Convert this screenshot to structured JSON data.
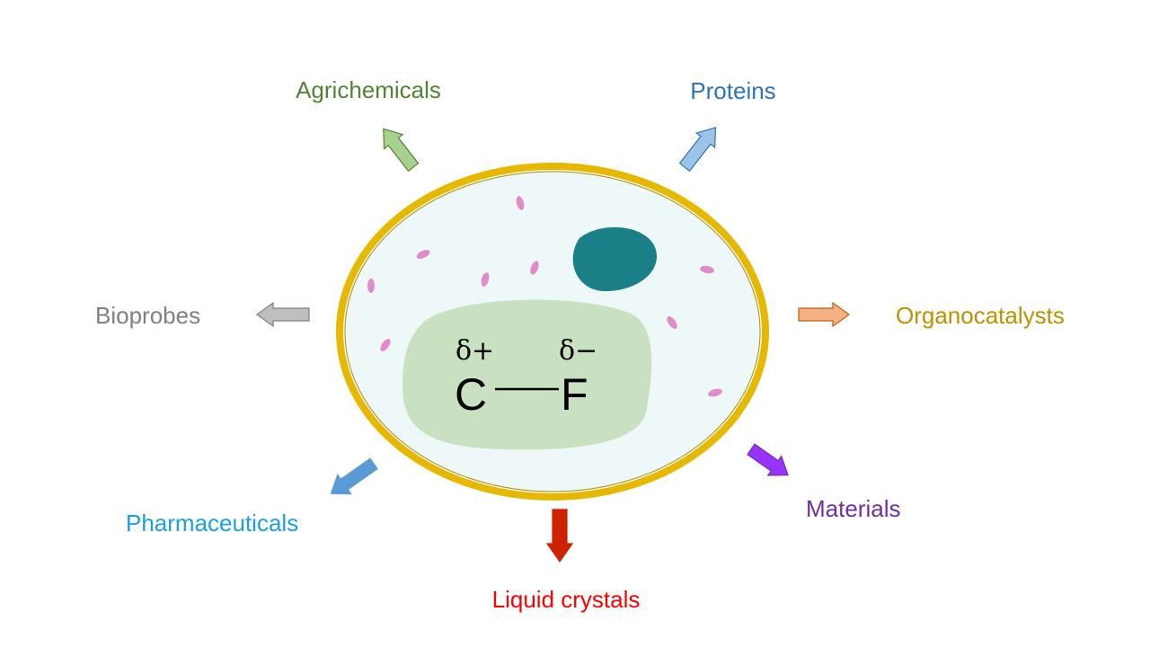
{
  "applications": [
    {
      "label": "Agrichemicals",
      "color": "#548235",
      "arrow_fill": "#a9d18e",
      "arrow_stroke": "#548235"
    },
    {
      "label": "Proteins",
      "color": "#2e75b6",
      "arrow_fill": "#9dc3e6",
      "arrow_stroke": "#2e75b6"
    },
    {
      "label": "Bioprobes",
      "color": "#7f7f7f",
      "arrow_fill": "#bfbfbf",
      "arrow_stroke": "#7f7f7f"
    },
    {
      "label": "Organocatalysts",
      "color": "#bf9000",
      "arrow_fill": "#f4b183",
      "arrow_stroke": "#c55a11"
    },
    {
      "label": "Pharmaceuticals",
      "color": "#1ba1e2",
      "arrow_fill": "#5b9bd5",
      "arrow_stroke": "#5b9bd5"
    },
    {
      "label": "Materials",
      "color": "#7030a0",
      "arrow_fill": "#9933ff",
      "arrow_stroke": "#7030a0"
    },
    {
      "label": "Liquid crystals",
      "color": "#ff0000",
      "arrow_fill": "#cc2200",
      "arrow_stroke": "#cc2200"
    }
  ],
  "bond": {
    "atom_left": "C",
    "atom_right": "F",
    "charge_left": "δ+",
    "charge_right": "δ−"
  },
  "cell": {
    "membrane_color": "#e6b800",
    "cytoplasm_color": "#eef8f8",
    "nucleus_color": "#c9e1c1",
    "organelle_color": "#1a7f86",
    "vesicle_color": "#e08cc8"
  }
}
